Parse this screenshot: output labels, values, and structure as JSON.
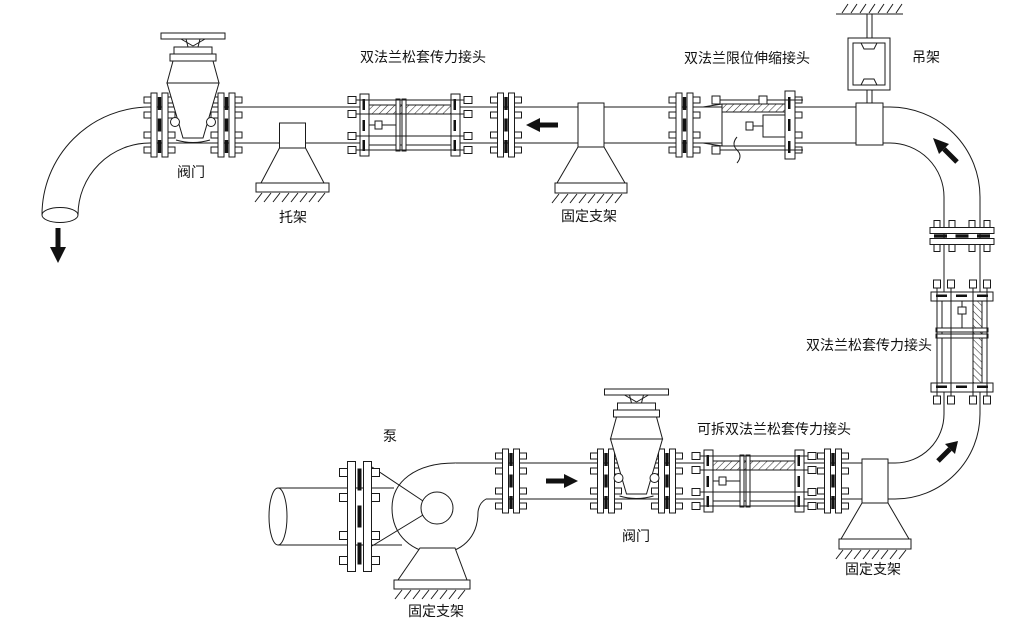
{
  "diagram": {
    "kind": "piping-installation-diagram",
    "background_color": "#ffffff",
    "line_color": "#1a1a1a",
    "labels": {
      "joint_top": "双法兰松套传力接头",
      "expansion_joint_top": "双法兰限位伸缩接头",
      "hanger": "吊架",
      "valve_top": "阀门",
      "bracket_support": "托架",
      "fixed_support_top": "固定支架",
      "joint_riser": "双法兰松套传力接头",
      "pump": "泵",
      "joint_bottom": "可拆双法兰松套传力接头",
      "valve_bottom": "阀门",
      "fixed_support_bottom_right": "固定支架",
      "fixed_support_pump": "固定支架"
    }
  }
}
